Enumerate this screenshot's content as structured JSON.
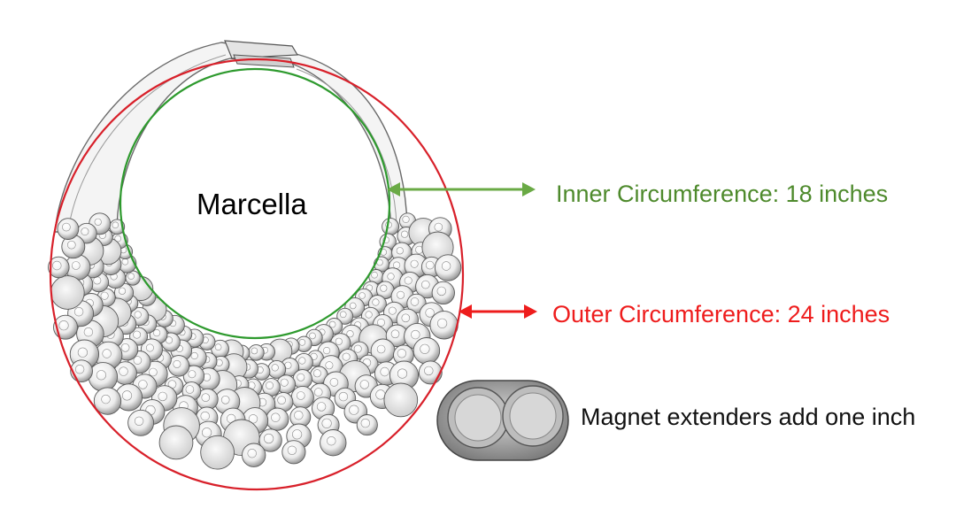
{
  "diagram": {
    "product_name": "Marcella",
    "inner_label": "Inner Circumference: 18 inches",
    "outer_label": "Outer Circumference: 24 inches",
    "magnet_label": "Magnet extenders add one inch"
  },
  "colors": {
    "inner": "#4e8a2c",
    "inner_arrow": "#6aaa45",
    "outer": "#ee1c1c",
    "outer_ring": "#d8202a",
    "inner_ring": "#2e9a2e"
  },
  "icons": {
    "necklace": "beaded-bib-necklace-sketch",
    "magnet": "magnet-extender-clasp"
  }
}
